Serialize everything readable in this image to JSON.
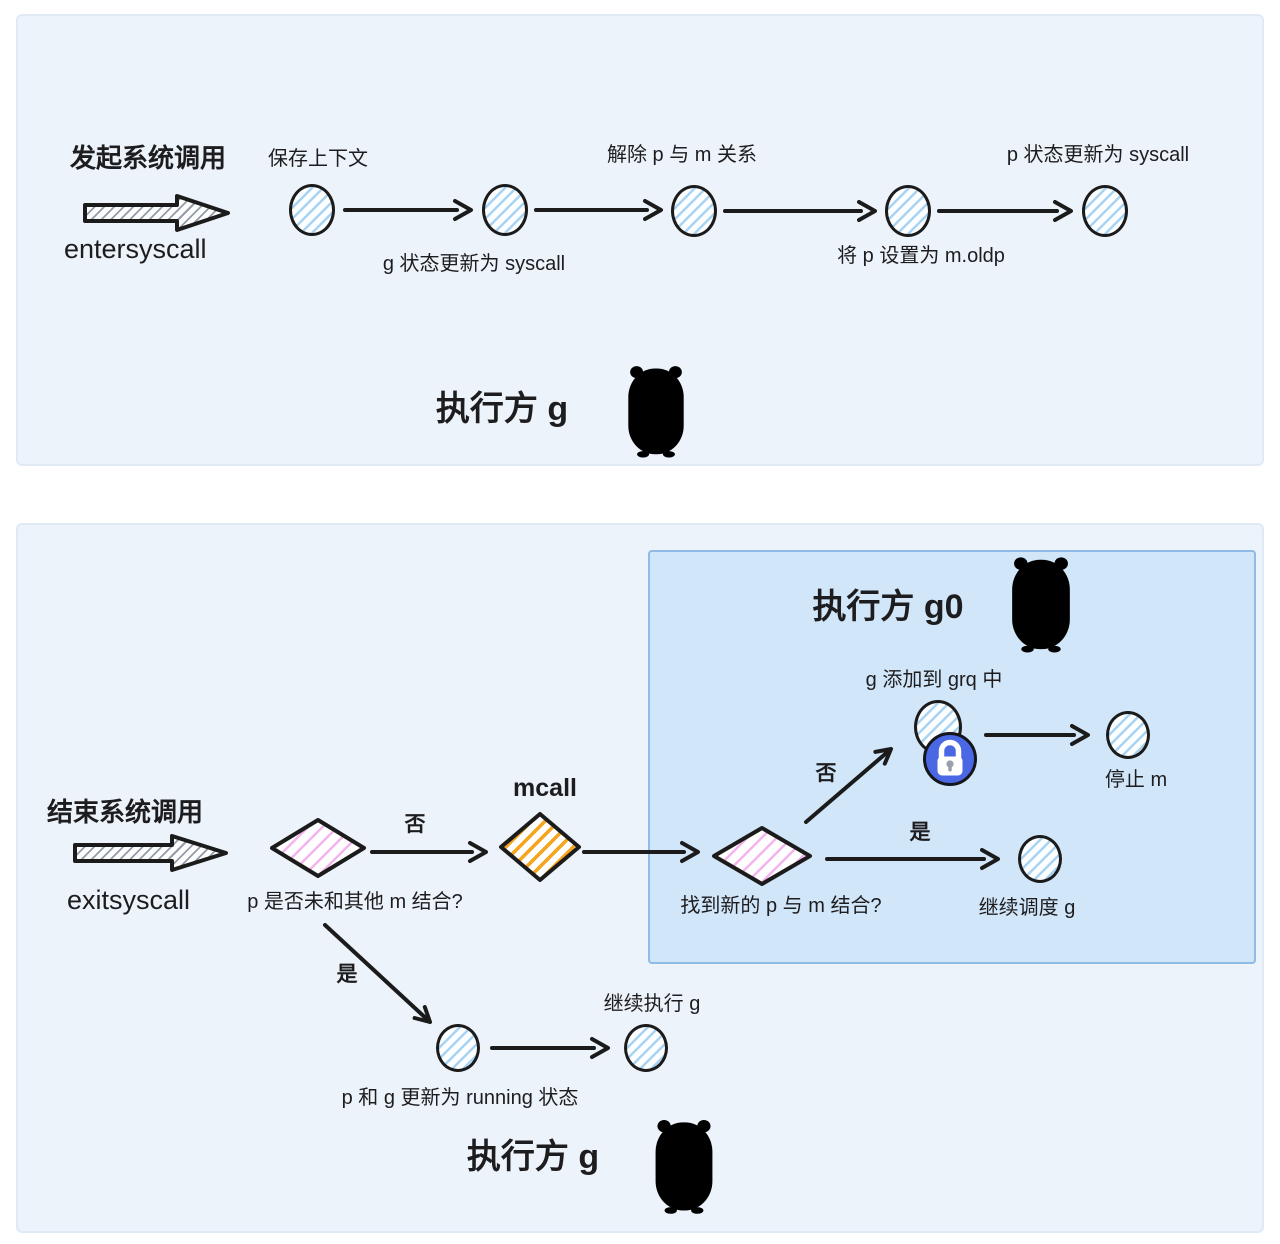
{
  "top": {
    "title": "发起系统调用",
    "subtitle": "entersyscall",
    "labels": {
      "save_context": "保存上下文",
      "g_status": "g 状态更新为 syscall",
      "unbind_pm": "解除 p 与 m 关系",
      "set_oldp": "将 p 设置为 m.oldp",
      "p_status": "p 状态更新为 syscall"
    },
    "executor": "执行方 g"
  },
  "bottom": {
    "title": "结束系统调用",
    "subtitle": "exitsyscall",
    "decision_unbound": "p 是否未和其他 m 结合?",
    "no": "否",
    "yes": "是",
    "mcall": "mcall",
    "running_update": "p 和 g 更新为 running 状态",
    "continue_exec": "继续执行 g",
    "executor": "执行方 g",
    "g0": {
      "title": "执行方 g0",
      "add_grq": "g 添加到 grq 中",
      "no": "否",
      "yes": "是",
      "stop_m": "停止 m",
      "decision_new_p": "找到新的 p 与 m 结合?",
      "continue_sched": "继续调度 g"
    }
  },
  "colors": {
    "panel_bg": "#edf3fa",
    "inner_panel_bg": "#d2e6f9",
    "inner_panel_border": "#8fbbe4",
    "circle_hatch": "#a9d3f2",
    "pink_hatch": "#f4b5ef",
    "orange_hatch": "#f6a51f",
    "lock_blue": "#4a67e4",
    "ink": "#1b1b1b"
  }
}
